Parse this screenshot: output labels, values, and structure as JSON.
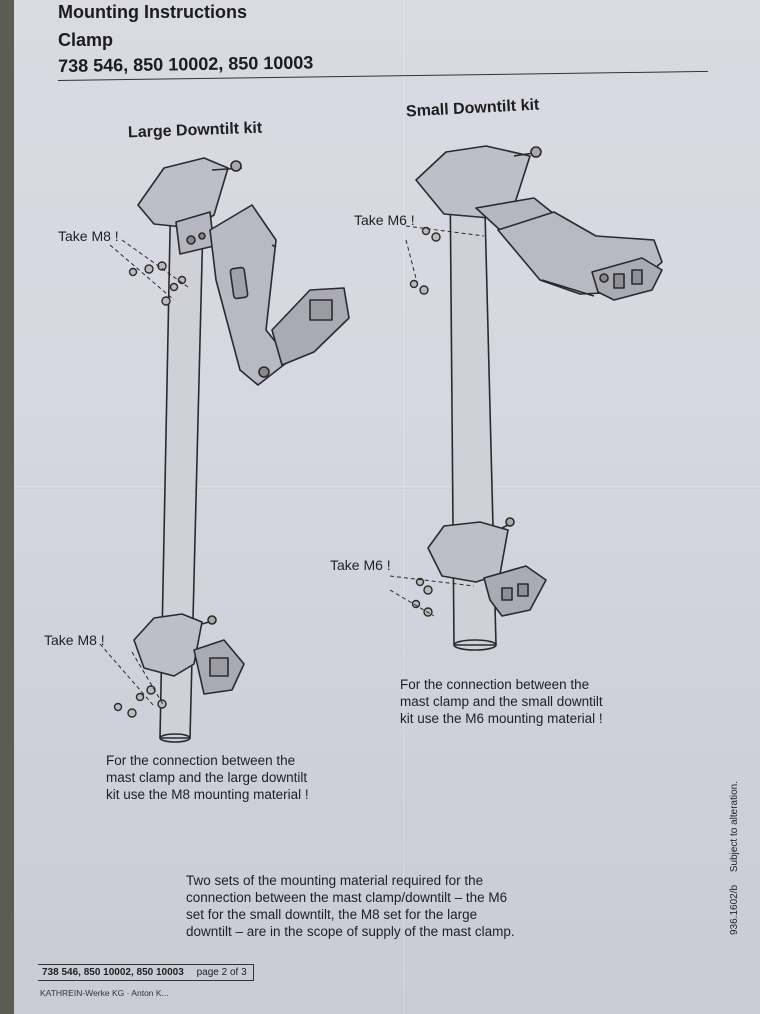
{
  "header": {
    "title_line1": "Mounting Instructions",
    "title_line2": "Clamp",
    "title_line3": "738 546, 850 10002, 850 10003"
  },
  "large_kit": {
    "heading": "Large Downtilt kit",
    "callout_top": "Take M8 !",
    "callout_bottom": "Take M8 !",
    "note_lines": [
      "For the connection between the",
      "mast clamp and the large downtilt",
      "kit use the M8 mounting material !"
    ]
  },
  "small_kit": {
    "heading": "Small Downtilt kit",
    "callout_top": "Take M6 !",
    "callout_bottom": "Take M6 !",
    "note_lines": [
      "For the connection between the",
      "mast clamp and the small downtilt",
      "kit use the M6 mounting material !"
    ]
  },
  "supply_note_lines": [
    "Two sets of the mounting material required for the",
    "connection between the mast clamp/downtilt – the M6",
    "set for the small downtilt, the M8 set for the large",
    "downtilt – are in the scope of supply of the mast clamp."
  ],
  "side_text": {
    "doc_number": "936.1602/b",
    "alteration": "Subject to alteration."
  },
  "footer": {
    "part_numbers": "738 546, 850 10002, 850 10003",
    "page": "page 2 of 3",
    "company": "KATHREIN-Werke KG · Anton K..."
  },
  "icons": [
    "large-downtilt-kit-diagram",
    "small-downtilt-kit-diagram"
  ]
}
